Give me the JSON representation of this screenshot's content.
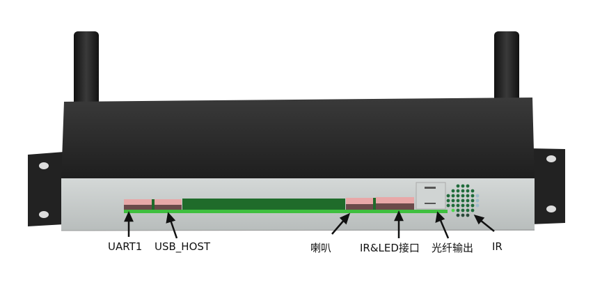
{
  "labels": {
    "uart1": "UART1",
    "usb_host": "USB_HOST",
    "speaker": "喇叭",
    "ir_led": "IR&LED接口",
    "fiber_out": "光纤输出",
    "ir": "IR"
  },
  "colors": {
    "body_top": "#2b2b2b",
    "front_panel": "#c6cac9",
    "connector_pink": "#e8a8a8",
    "pcb_green": "#1f6b2a",
    "strip_green": "#3fbf3f"
  }
}
